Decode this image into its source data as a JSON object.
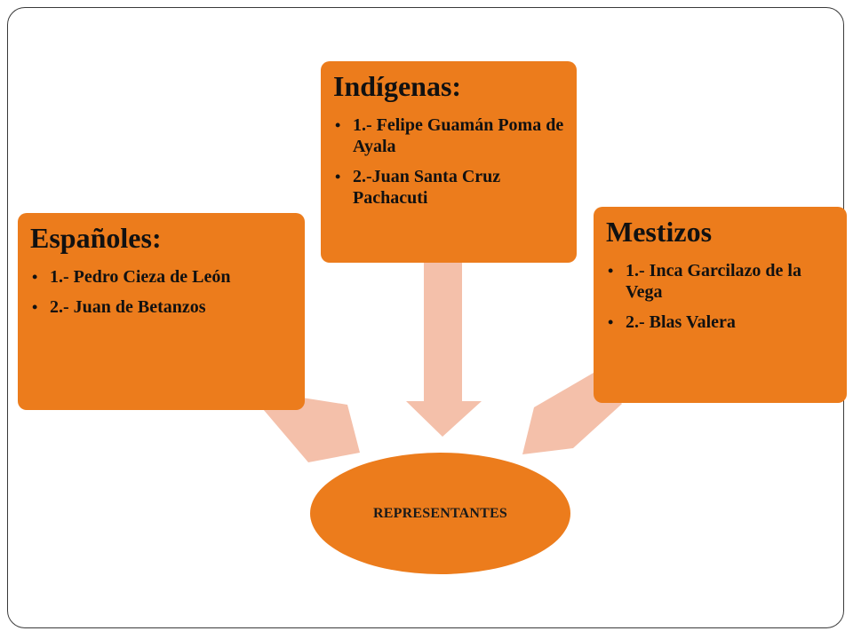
{
  "center": {
    "label": "REPRESENTANTES"
  },
  "groups": [
    {
      "title": "Españoles:",
      "items": [
        "1.- Pedro Cieza de León",
        "2.- Juan de Betanzos"
      ]
    },
    {
      "title": "Indígenas:",
      "items": [
        "1.- Felipe Guamán Poma de Ayala",
        "2.-Juan Santa Cruz Pachacuti"
      ]
    },
    {
      "title": "Mestizos",
      "items": [
        "1.- Inca Garcilazo de la Vega",
        "2.- Blas Valera"
      ]
    }
  ],
  "colors": {
    "box_fill": "#ec7c1c",
    "arrow_fill": "#f4c0aa",
    "frame": "#3a3a3a"
  }
}
